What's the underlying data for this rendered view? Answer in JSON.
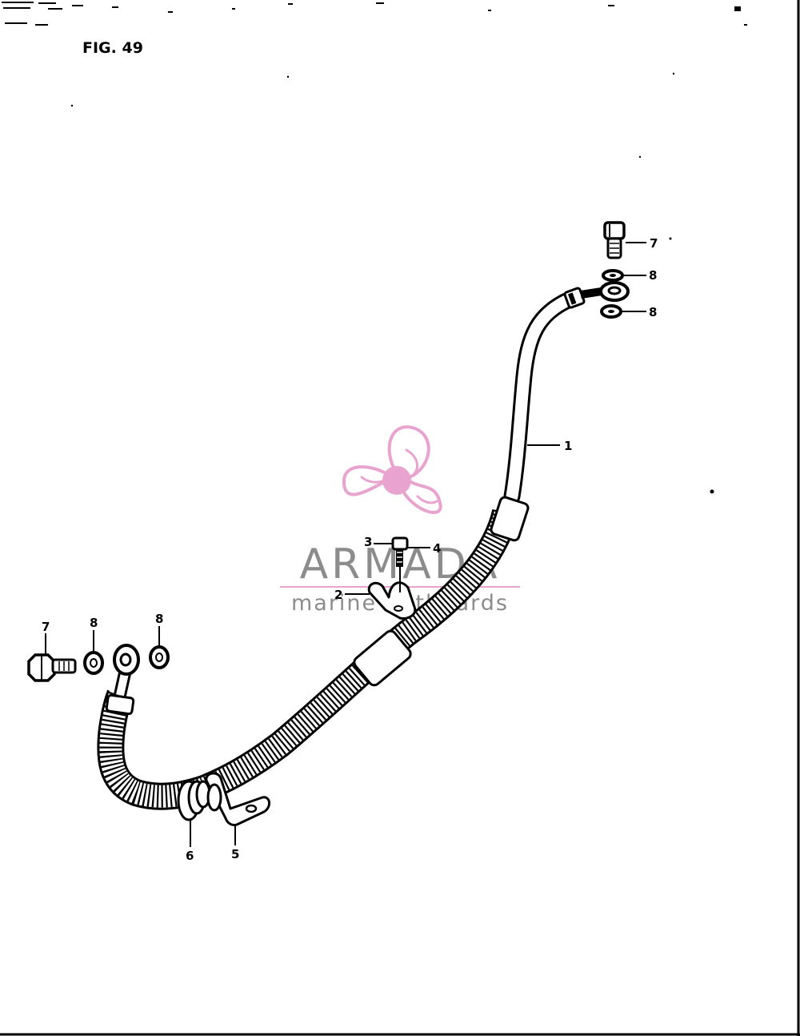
{
  "figure": {
    "title": "FIG. 49"
  },
  "callouts": {
    "c1": "1",
    "c2": "2",
    "c3": "3",
    "c4": "4",
    "c5": "5",
    "c6": "6",
    "c7_top": "7",
    "c8_top_a": "8",
    "c8_top_b": "8",
    "c7_left": "7",
    "c8_left_a": "8",
    "c8_left_b": "8"
  },
  "watermark": {
    "brand": "ARMADA",
    "tagline": "marine outboards",
    "colors": {
      "propeller": "#e8a3cf",
      "text": "#8c8c8c",
      "rule": "#e8a3cf"
    }
  },
  "colors": {
    "ink": "#000000",
    "paper": "#ffffff"
  }
}
